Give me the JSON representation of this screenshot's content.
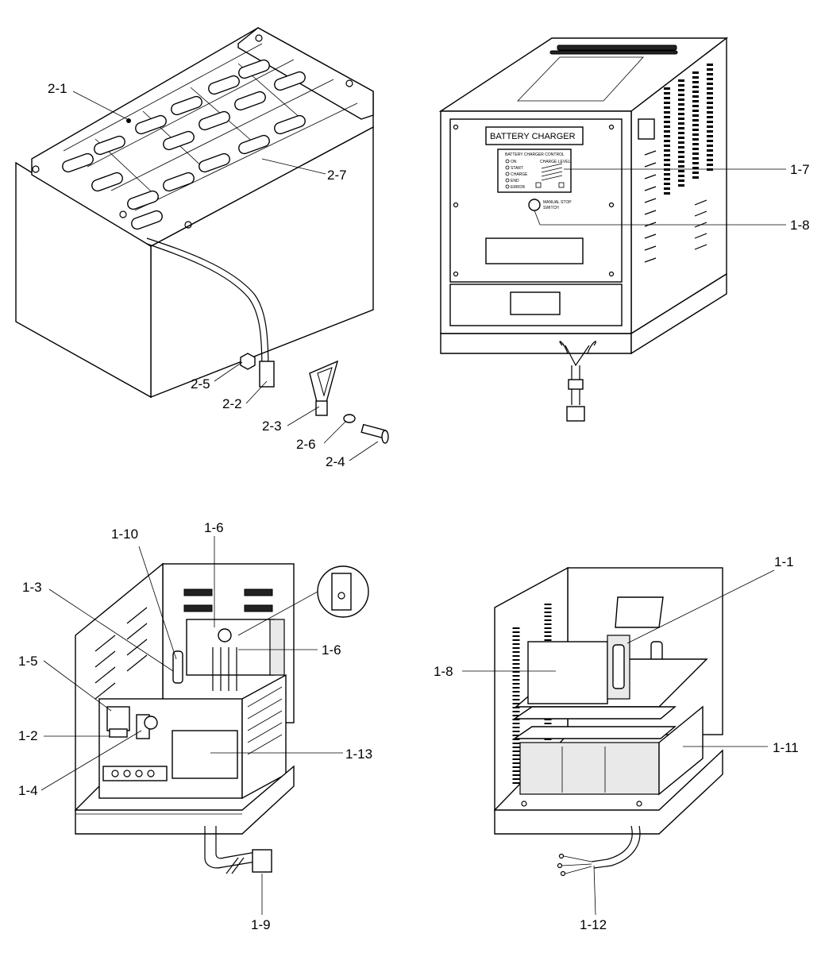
{
  "callouts": {
    "c2_1": "2-1",
    "c2_7": "2-7",
    "c2_5": "2-5",
    "c2_2": "2-2",
    "c2_3": "2-3",
    "c2_6": "2-6",
    "c2_4": "2-4",
    "c1_7": "1-7",
    "c1_8_top": "1-8",
    "c1_10": "1-10",
    "c1_6_top": "1-6",
    "c1_3": "1-3",
    "c1_5": "1-5",
    "c1_6_mid": "1-6",
    "c1_2": "1-2",
    "c1_13": "1-13",
    "c1_4": "1-4",
    "c1_9": "1-9",
    "c1_1": "1-1",
    "c1_8_bottom": "1-8",
    "c1_11": "1-11",
    "c1_12": "1-12"
  },
  "charger_panel": {
    "title": "BATTERY CHARGER",
    "control_heading": "BATTERY CHARGER CONTROL",
    "charge_level": "CHARGE LEVEL",
    "indicators": [
      "ON",
      "START",
      "CHARGE",
      "END",
      "ERROR"
    ],
    "switch_label_1": "MANUAL STOP",
    "switch_label_2": "SWITCH"
  }
}
